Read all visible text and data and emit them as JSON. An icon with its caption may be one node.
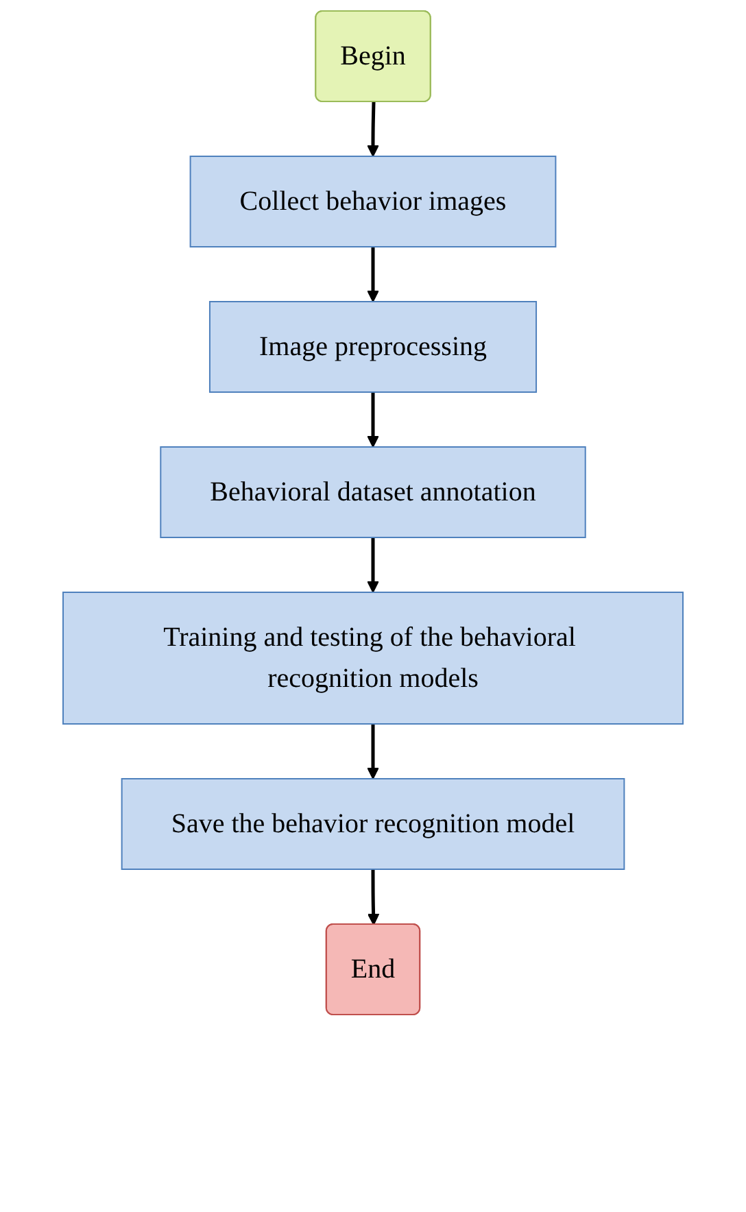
{
  "diagram": {
    "nodes": [
      {
        "text": [
          "Begin"
        ]
      },
      {
        "text": [
          "Collect behavior images"
        ]
      },
      {
        "text": [
          "Image preprocessing"
        ]
      },
      {
        "text": [
          "Behavioral dataset annotation"
        ]
      },
      {
        "text": [
          "Training and testing of the behavioral recognition models"
        ]
      },
      {
        "text": [
          "Save the behavior recognition model"
        ]
      },
      {
        "text": [
          "End"
        ]
      }
    ],
    "edges": [
      {
        "from": 0,
        "to": 1,
        "arrow": "to"
      },
      {
        "from": 1,
        "to": 2,
        "arrow": "to"
      },
      {
        "from": 2,
        "to": 3,
        "arrow": "to"
      },
      {
        "from": 3,
        "to": 4,
        "arrow": "to"
      },
      {
        "from": 4,
        "to": 5,
        "arrow": "to"
      },
      {
        "from": 5,
        "to": 6,
        "arrow": "to"
      }
    ]
  }
}
